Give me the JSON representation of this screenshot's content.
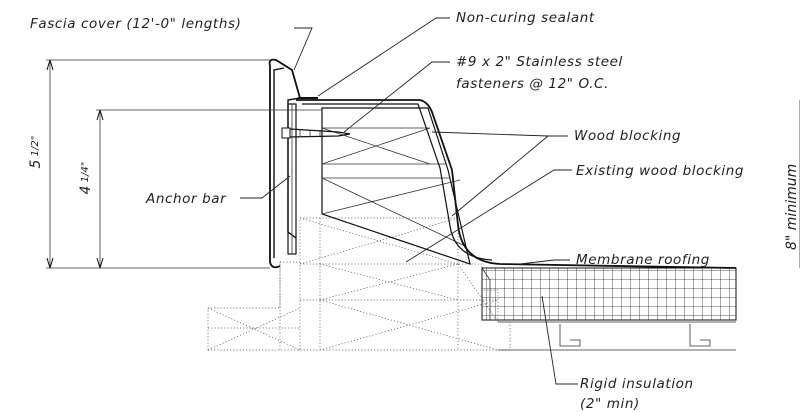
{
  "labels": {
    "fascia_cover": "Fascia cover (12'-0\" lengths)",
    "sealant": "Non-curing sealant",
    "fasteners_line1": "#9 x 2\" Stainless steel",
    "fasteners_line2": "fasteners @ 12\" O.C.",
    "wood_blocking": "Wood blocking",
    "existing_blocking": "Existing wood blocking",
    "anchor_bar": "Anchor bar",
    "membrane": "Membrane roofing",
    "insulation_line1": "Rigid insulation",
    "insulation_line2": "(2\" min)"
  },
  "dimensions": {
    "outer_whole": "5",
    "outer_fraction": "1/2\"",
    "inner_whole": "4",
    "inner_fraction": "1/4\"",
    "right_minimum": "8\" minimum"
  }
}
